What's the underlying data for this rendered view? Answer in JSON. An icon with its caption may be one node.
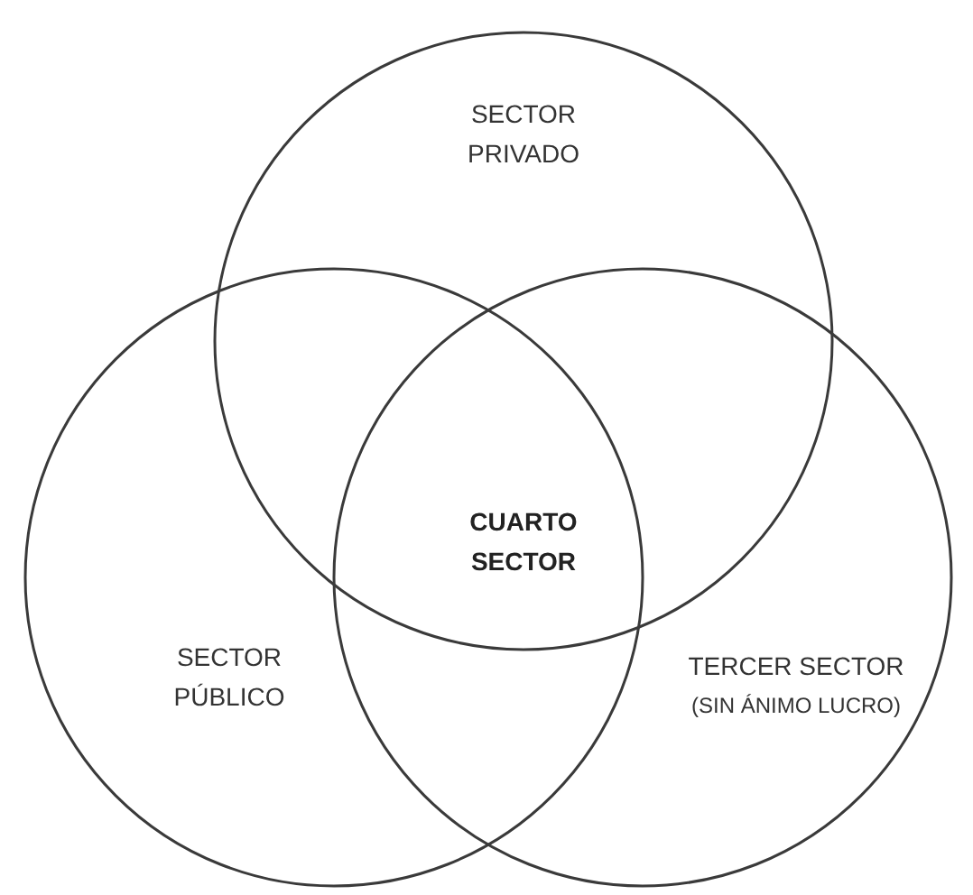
{
  "diagram": {
    "nodes": [
      {
        "text": [
          "SECTOR PRIVADO"
        ]
      },
      {
        "text": [
          "SECTOR PÚBLICO"
        ]
      },
      {
        "text": [
          "TERCER SECTOR",
          "(SIN ÁNIMO LUCRO)"
        ]
      }
    ],
    "labels": [
      "CUARTO SECTOR"
    ]
  }
}
